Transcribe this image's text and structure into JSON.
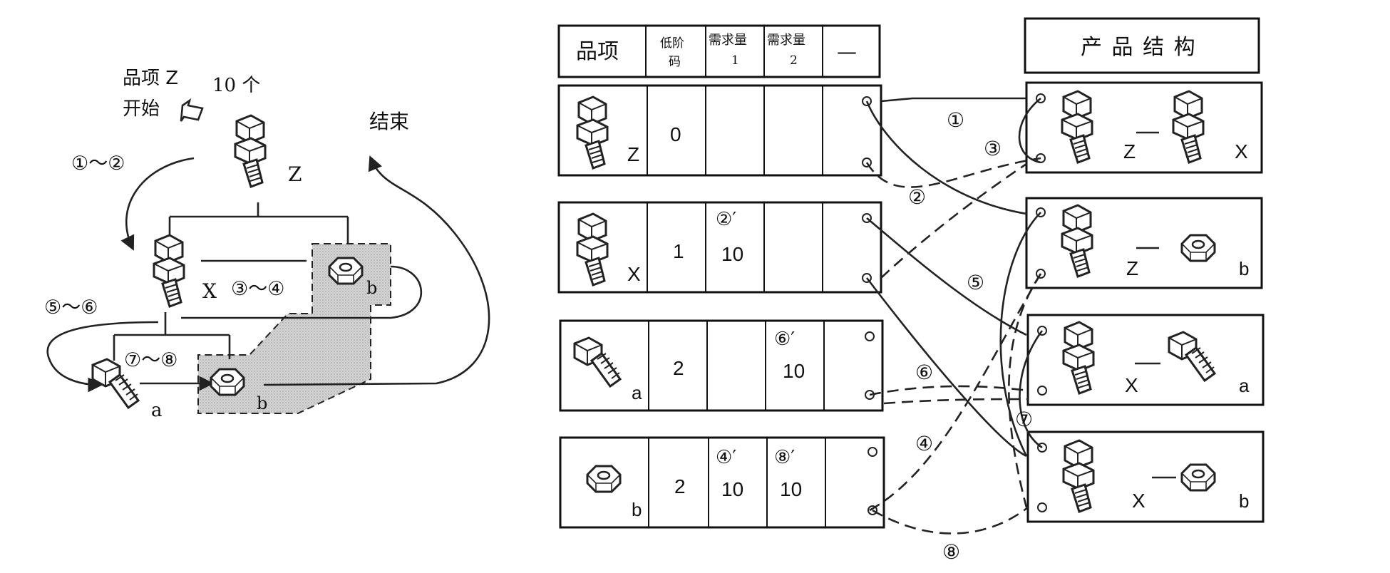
{
  "left": {
    "start_line1": "品项 Z",
    "start_line2": "开始",
    "qty": "10 个",
    "end": "结束",
    "step_1_2": "①～②",
    "step_3_4": "③～④",
    "step_5_6": "⑤～⑥",
    "step_7_8": "⑦～⑧",
    "lbl_z": "Z",
    "lbl_x": "X",
    "lbl_a": "a",
    "lbl_b1": "b",
    "lbl_b2": "b"
  },
  "table": {
    "headers": {
      "item": "品项",
      "low_level_1": "低阶",
      "low_level_2": "码",
      "demand1_1": "需求量",
      "demand1_2": "1",
      "demand2_1": "需求量",
      "demand2_2": "2",
      "dash": "—"
    },
    "rows": [
      {
        "label": "Z",
        "level": "0",
        "d1_mark": "",
        "d1": "",
        "d2_mark": "",
        "d2": ""
      },
      {
        "label": "X",
        "level": "1",
        "d1_mark": "②′",
        "d1": "10",
        "d2_mark": "",
        "d2": ""
      },
      {
        "label": "a",
        "level": "2",
        "d1_mark": "",
        "d1": "",
        "d2_mark": "⑥′",
        "d2": "10"
      },
      {
        "label": "b",
        "level": "2",
        "d1_mark": "④′",
        "d1": "10",
        "d2_mark": "⑧′",
        "d2": "10"
      }
    ]
  },
  "structure": {
    "header": "产 品 结 构",
    "rows": [
      {
        "parent": "Z",
        "child": "X"
      },
      {
        "parent": "Z",
        "child": "b"
      },
      {
        "parent": "X",
        "child": "a"
      },
      {
        "parent": "X",
        "child": "b"
      }
    ]
  },
  "links": {
    "c1": "①",
    "c2": "②",
    "c3": "③",
    "c4": "④",
    "c5": "⑤",
    "c6": "⑥",
    "c7": "⑦",
    "c8": "⑧"
  }
}
